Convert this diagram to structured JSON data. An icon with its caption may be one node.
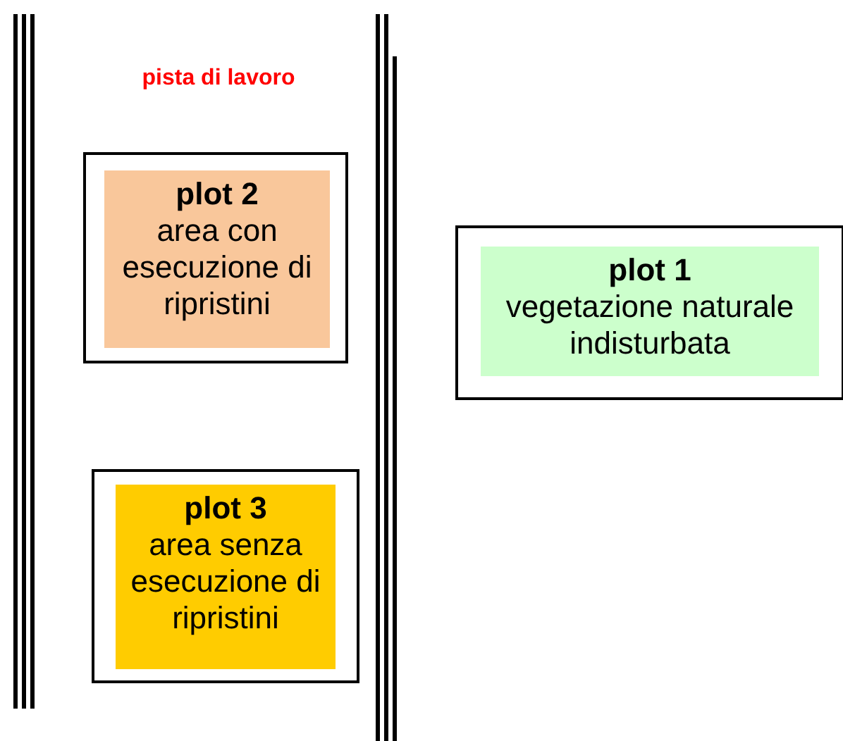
{
  "diagram": {
    "nodes": [
      {
        "text": [],
        "shape": "box"
      },
      {
        "text": [
          "plot 2",
          "area con esecuzione di ripristini"
        ],
        "in": 0
      },
      {
        "text": [],
        "shape": "box"
      },
      {
        "text": [
          "plot 1",
          "vegetazione naturale indisturbata"
        ],
        "in": 2
      },
      {
        "text": [],
        "shape": "box"
      },
      {
        "text": [
          "plot 3",
          "area senza esecuzione di ripristini"
        ],
        "in": 4
      }
    ],
    "edges": [],
    "labels": [
      "pista di lavoro"
    ]
  }
}
